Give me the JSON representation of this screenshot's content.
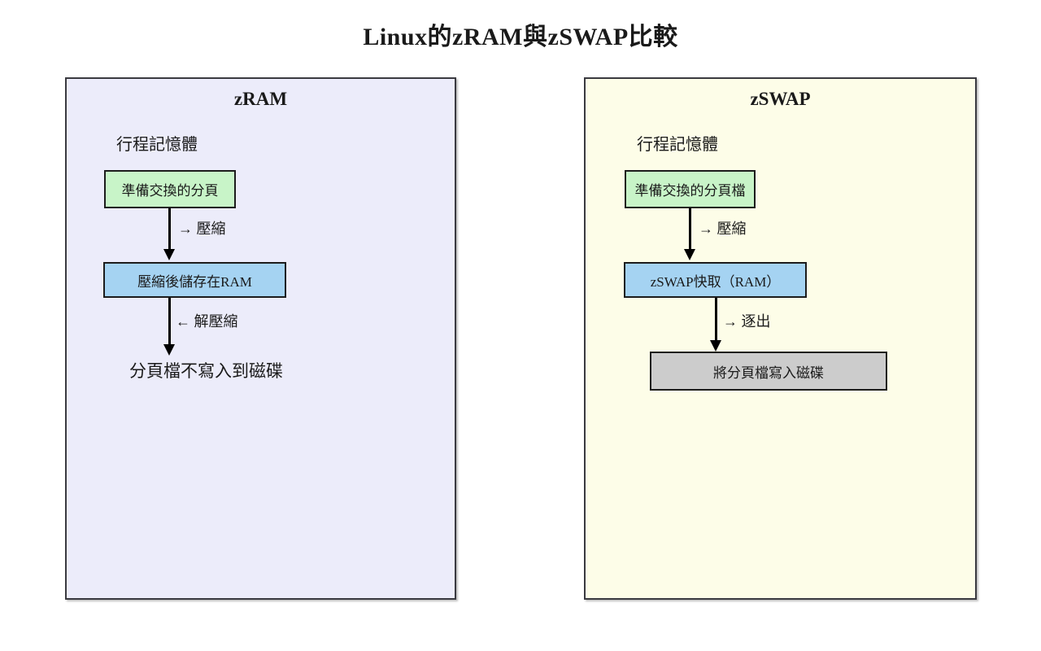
{
  "title": "Linux的zRAM與zSWAP比較",
  "colors": {
    "page_bg": "#ffffff",
    "zram_panel_bg": "#ececfa",
    "zswap_panel_bg": "#fdfde8",
    "green_box": "#c8f4c8",
    "blue_box": "#a5d3f2",
    "gray_box": "#cccccc",
    "box_border": "#1c1c1c",
    "panel_border": "#3a3a40",
    "text": "#1a1a1a"
  },
  "panels": [
    {
      "id": "zram",
      "title": "zRAM",
      "memory_label": "行程記憶體",
      "source_box": "準備交換的分頁",
      "arrow1_label": "→ 壓縮",
      "middle_box": "壓縮後儲存在RAM",
      "arrow2_label": "← 解壓縮",
      "result_text": "分頁檔不寫入到磁碟"
    },
    {
      "id": "zswap",
      "title": "zSWAP",
      "memory_label": "行程記憶體",
      "source_box": "準備交換的分頁檔",
      "arrow1_label": "→ 壓縮",
      "middle_box": "zSWAP快取（RAM）",
      "arrow2_label": "→ 逐出",
      "result_box": "將分頁檔寫入磁碟"
    }
  ]
}
